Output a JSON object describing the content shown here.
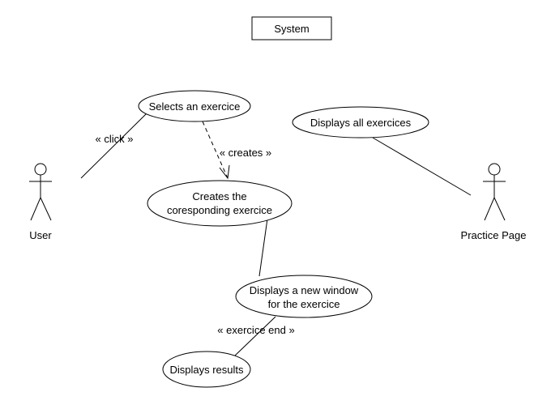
{
  "system_label": "System",
  "actors": {
    "user": {
      "label": "User"
    },
    "practice_page": {
      "label": "Practice Page"
    }
  },
  "use_cases": {
    "select_exercise": {
      "label": "Selects an exercice"
    },
    "create_exercise": {
      "line1": "Creates the",
      "line2": "coresponding exercice"
    },
    "display_all": {
      "label": "Displays all exercices"
    },
    "new_window": {
      "line1": "Displays a new window",
      "line2": "for the exercice"
    },
    "display_results": {
      "label": "Displays results"
    }
  },
  "relations": {
    "click": "« click »",
    "creates": "« creates »",
    "exercise_end": "« exercice end »"
  }
}
